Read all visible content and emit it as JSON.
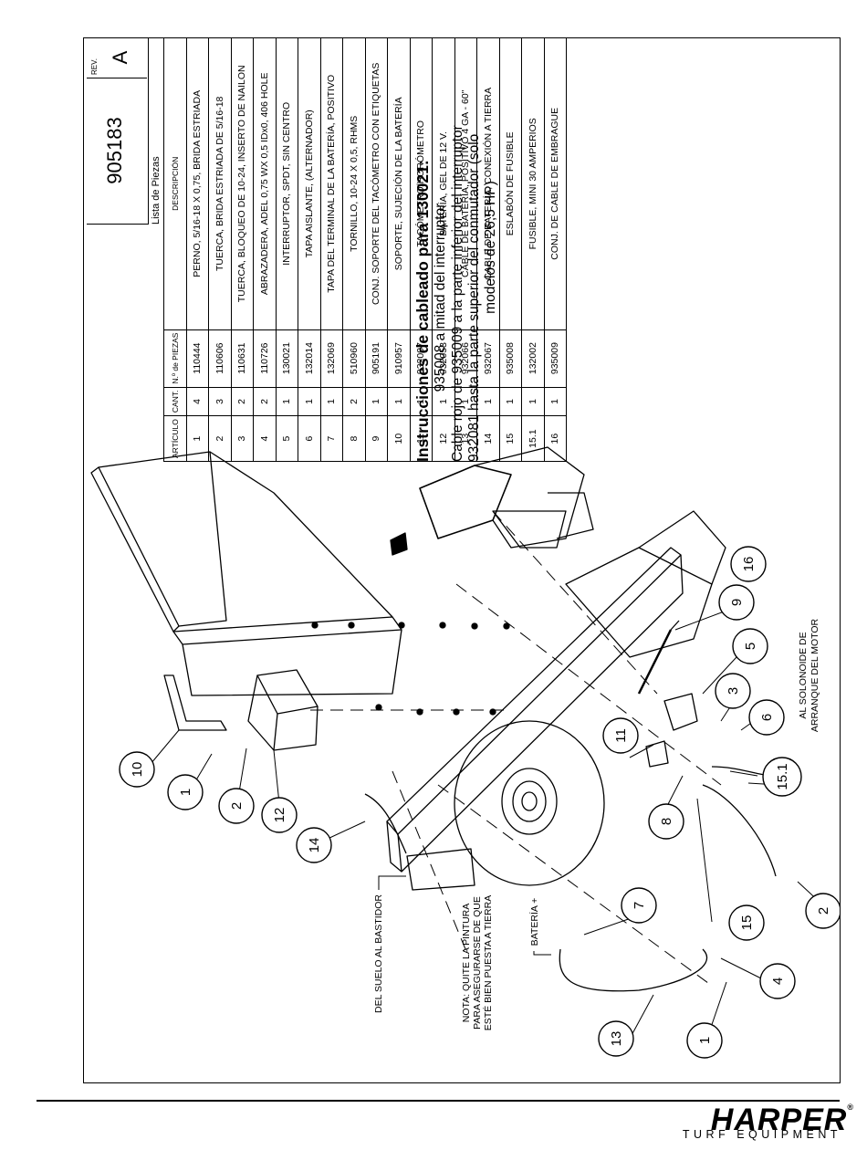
{
  "document": {
    "number": "905183",
    "rev_label": "REV.",
    "rev": "A"
  },
  "parts_list": {
    "title": "Lista de Piezas",
    "headers": {
      "item": "ARTÍCULO",
      "qty": "CANT.",
      "part": "N.º de PIEZAS",
      "desc": "DESCRIPCIÓN"
    },
    "rows": [
      {
        "item": "1",
        "qty": "4",
        "part": "110444",
        "desc": "PERNO, 5/16-18 X 0,75, BRIDA ESTRIADA"
      },
      {
        "item": "2",
        "qty": "3",
        "part": "110606",
        "desc": "TUERCA, BRIDA ESTRIADA DE 5/16-18"
      },
      {
        "item": "3",
        "qty": "2",
        "part": "110631",
        "desc": "TUERCA, BLOQUEO DE 10-24, INSERTO DE NAILON"
      },
      {
        "item": "4",
        "qty": "2",
        "part": "110726",
        "desc": "ABRAZADERA, ADEL 0,75 WX 0,5 IDx0, 406 HOLE"
      },
      {
        "item": "5",
        "qty": "1",
        "part": "130021",
        "desc": "INTERRUPTOR, SPDT, SIN CENTRO"
      },
      {
        "item": "6",
        "qty": "1",
        "part": "132014",
        "desc": "TAPA AISLANTE, (ALTERNADOR)"
      },
      {
        "item": "7",
        "qty": "1",
        "part": "132069",
        "desc": "TAPA DEL TERMINAL DE LA BATERÍA, POSITIVO"
      },
      {
        "item": "8",
        "qty": "2",
        "part": "510960",
        "desc": "TORNILLO, 10-24 X 0,5, RHMS"
      },
      {
        "item": "9",
        "qty": "1",
        "part": "905191",
        "desc": "CONJ. SOPORTE DEL TACÓMETRO CON ETIQUETAS"
      },
      {
        "item": "10",
        "qty": "1",
        "part": "910957",
        "desc": "SOPORTE, SUJECIÓN DE LA BATERÍA"
      },
      {
        "item": "11",
        "qty": "1",
        "part": "932007",
        "desc": "TACÓMETRO/HORÓMETRO"
      },
      {
        "item": "12",
        "qty": "1",
        "part": "932053",
        "desc": "BATERÍA, GEL DE 12 V."
      },
      {
        "item": "13",
        "qty": "1",
        "part": "932066",
        "desc": "CABLE DE BATERÍA, POSITIVO 4 GA - 60\""
      },
      {
        "item": "14",
        "qty": "1",
        "part": "932067",
        "desc": "CABLE DE BATERÍA, CONEXIÓN A TIERRA"
      },
      {
        "item": "15",
        "qty": "1",
        "part": "935008",
        "desc": "ESLABÓN DE FUSIBLE"
      },
      {
        "item": "15.1",
        "qty": "1",
        "part": "132002",
        "desc": "FUSIBLE, MINI 30 AMPERIOS"
      },
      {
        "item": "16",
        "qty": "1",
        "part": "935009",
        "desc": "CONJ. DE CABLE DE EMBRAGUE"
      }
    ]
  },
  "instructions": {
    "title": "Instrucciones de cableado para 130021:",
    "line1": "935008 a mitad del interruptor",
    "line2": "Cable rojo de 935009 a la parte inferior del interruptor",
    "line3": "932081 hasta la parte superior del conmutador (solo",
    "line4": "modelos de 26,5 HP)"
  },
  "callouts": {
    "solenoid_1": "AL SOLONOIDE DE",
    "solenoid_2": "ARRANQUE DEL MOTOR",
    "battery_pos": "BATERÍA +",
    "frame_ground": "DEL SUELO AL BASTIDOR",
    "note_1": "NOTA: QUITE LA PINTURA",
    "note_2": "PARA ASEGURARSE DE QUE",
    "note_3": "ESTÉ BIEN PUESTA A TIERRA"
  },
  "balloons": [
    "16",
    "9",
    "5",
    "3",
    "6",
    "15.1",
    "11",
    "8",
    "15",
    "2",
    "10",
    "1",
    "2",
    "12",
    "14",
    "7",
    "4",
    "13",
    "1"
  ],
  "brand": {
    "name": "HARPER",
    "reg": "®",
    "tagline": "TURF EQUIPMENT"
  }
}
